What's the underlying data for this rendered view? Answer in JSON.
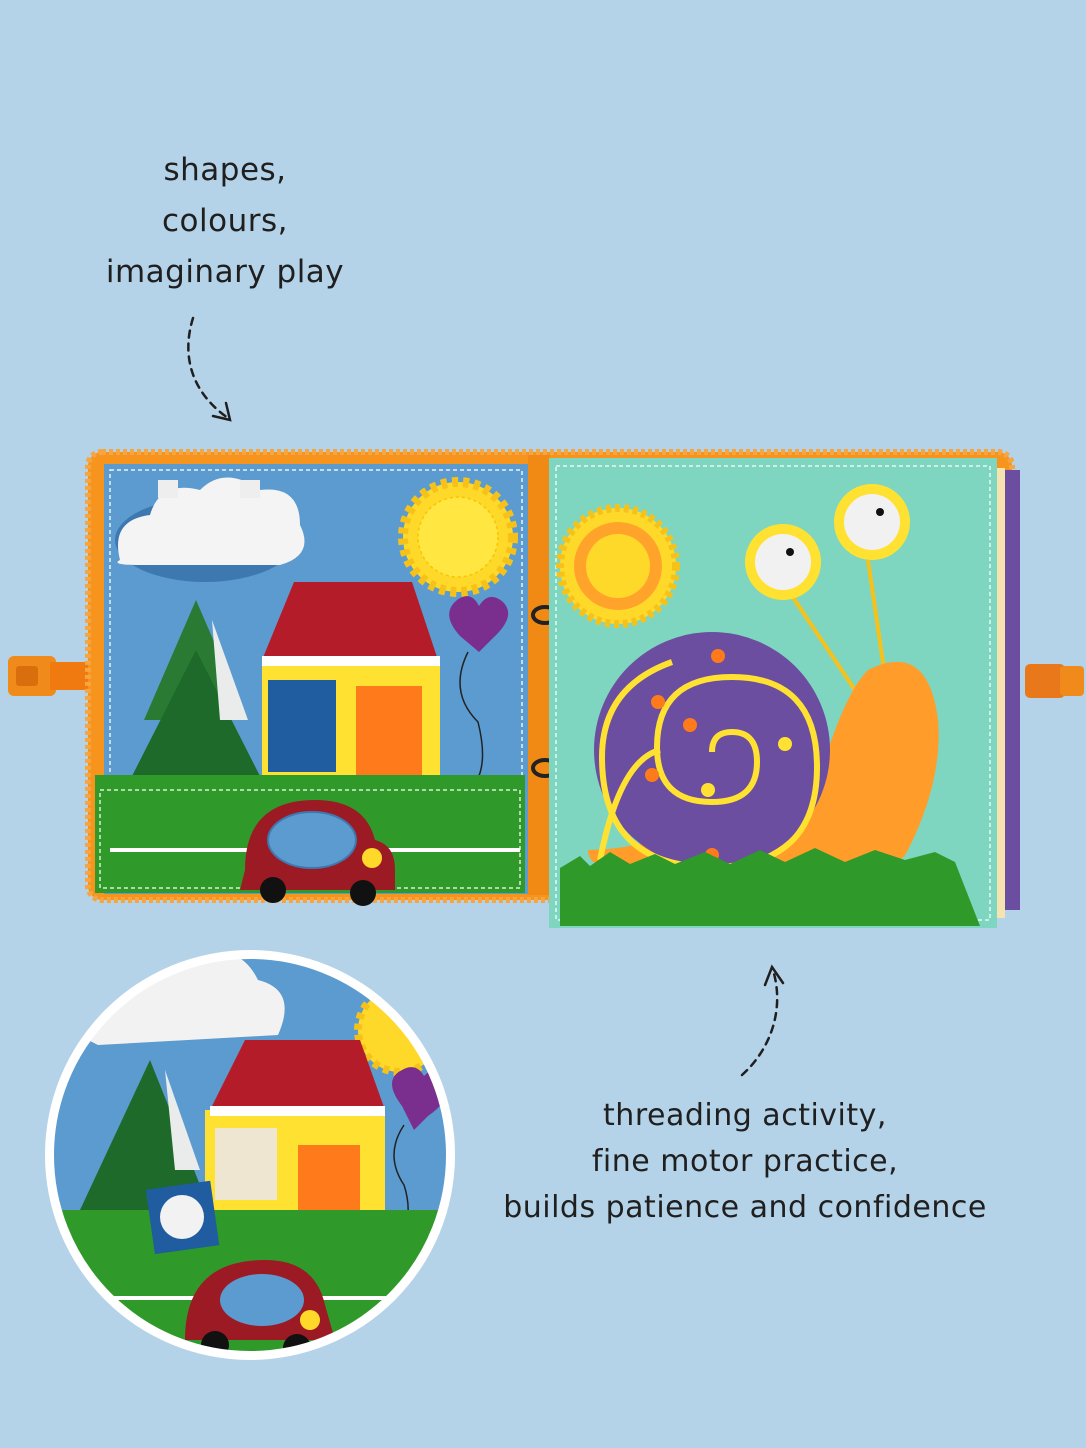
{
  "captions": {
    "top": {
      "lines": [
        "shapes,",
        "colours,",
        "imaginary play"
      ]
    },
    "bottom": {
      "lines": [
        "threading activity,",
        "fine motor practice,",
        "builds patience and confidence"
      ]
    }
  },
  "colors": {
    "background": "#b5d3e8",
    "felt_orange": "#f7941d",
    "sky_blue": "#5b9bd0",
    "mint": "#7fd6c0",
    "grass": "#2f9a2a",
    "roof_red": "#b51c2a",
    "house_yellow": "#ffe231",
    "snail_shell": "#6b4ea0",
    "snail_body": "#ff9c2a",
    "sun_yellow": "#ffd92a"
  },
  "icons": [
    "dashed-arrow-down-icon",
    "dashed-arrow-up-icon",
    "buckle-clip-icon"
  ]
}
